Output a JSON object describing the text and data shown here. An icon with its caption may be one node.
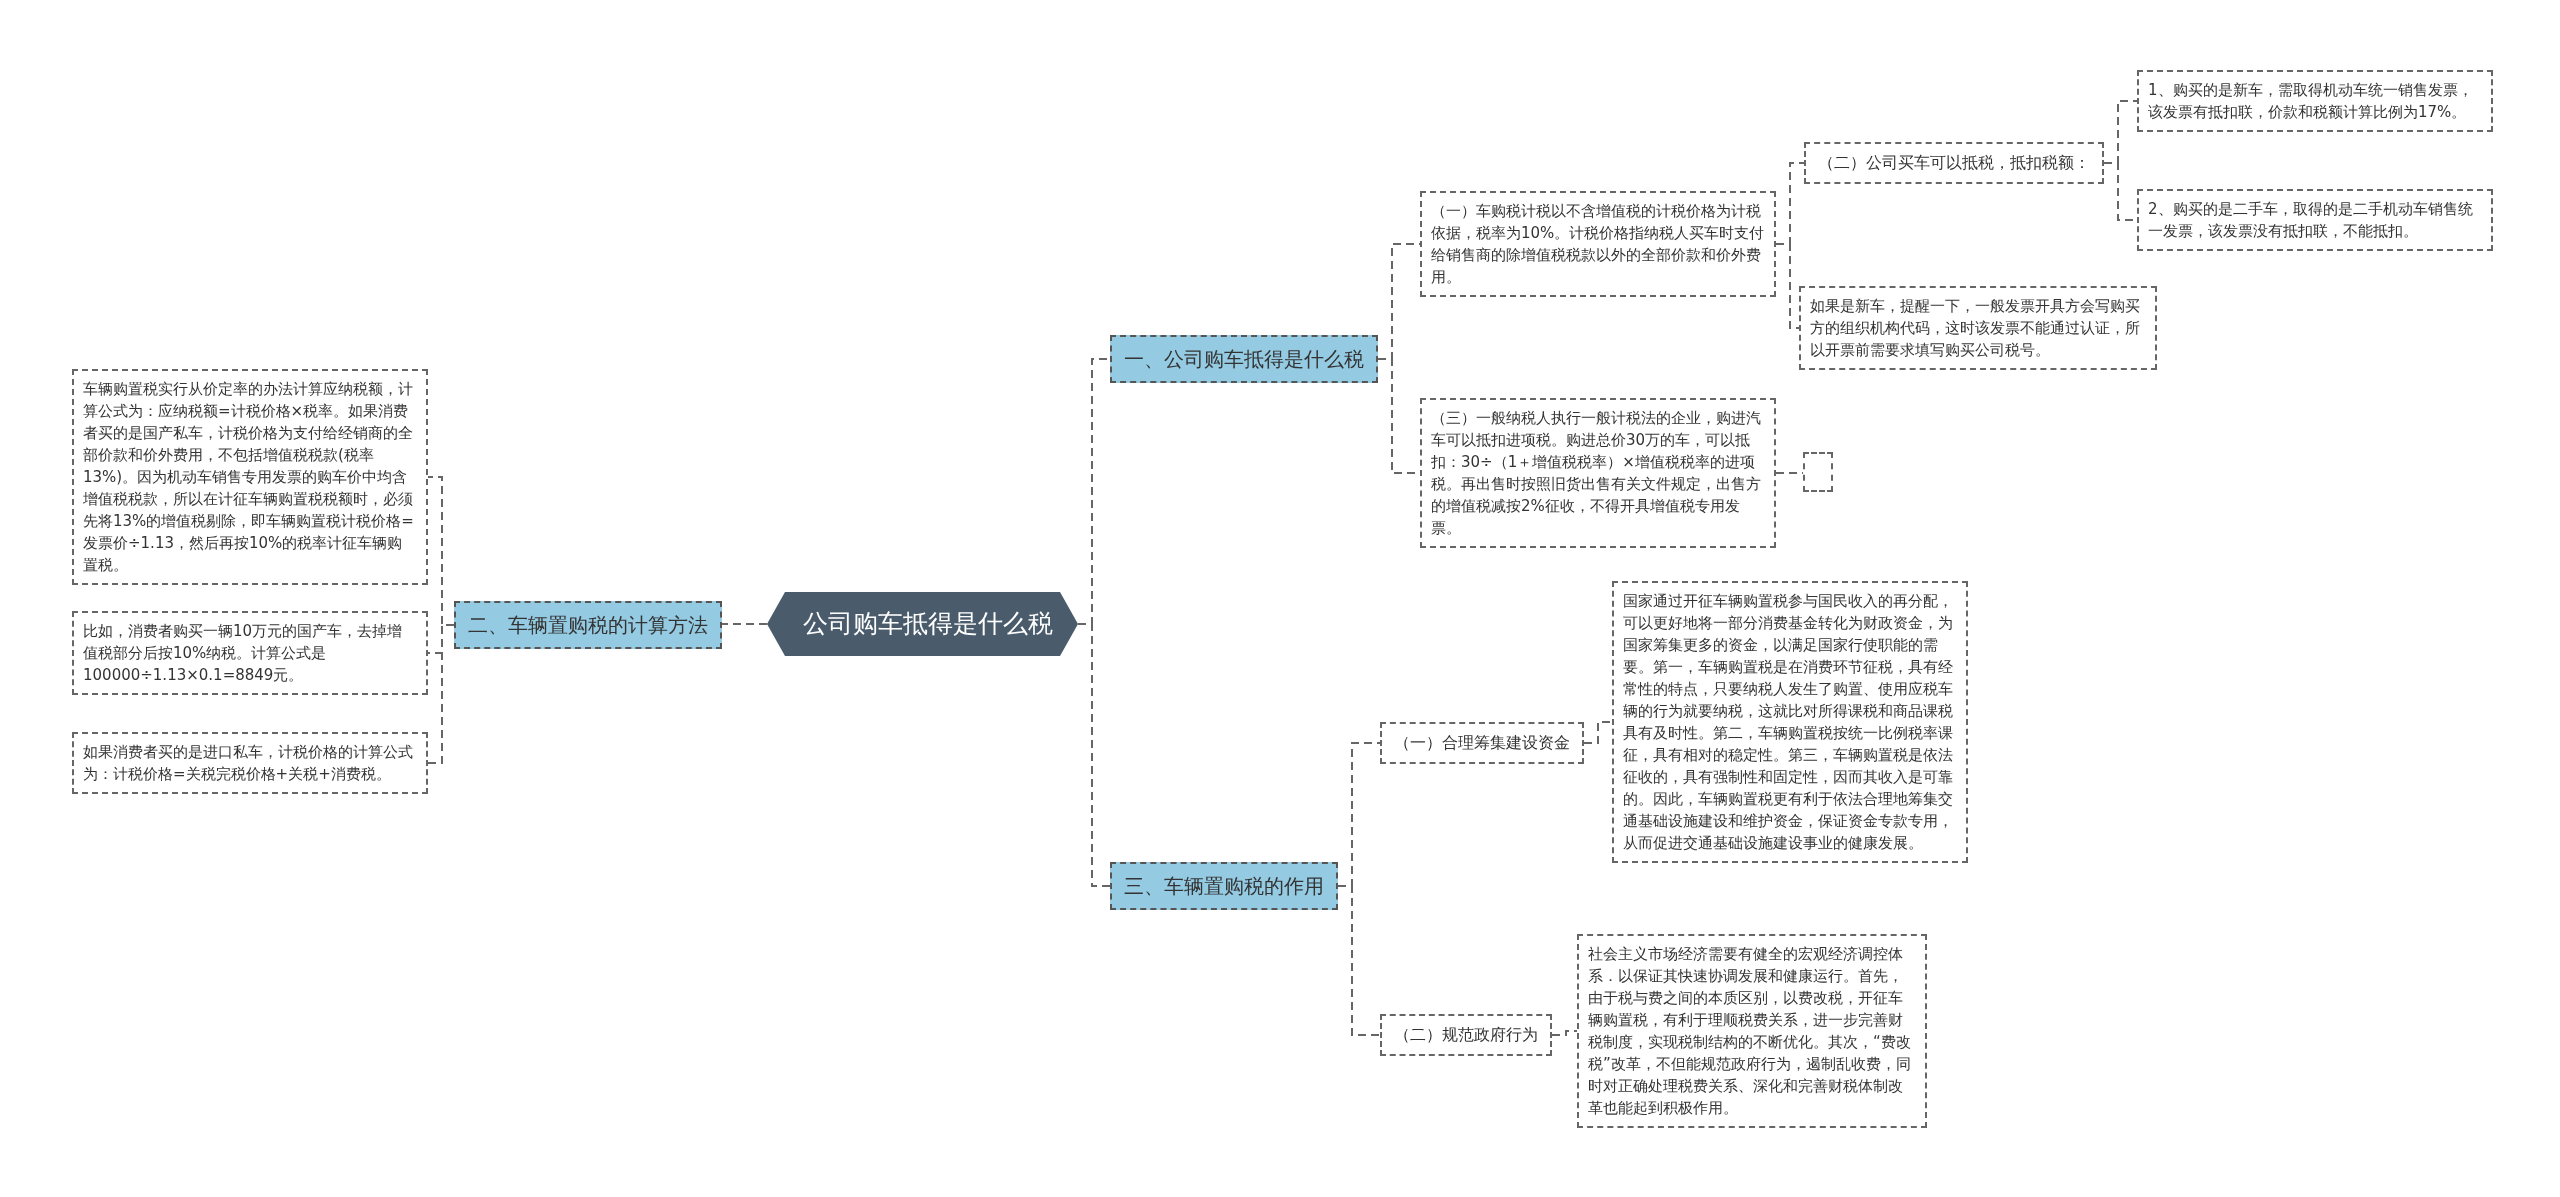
{
  "diagram": {
    "nodes": [
      {
        "text": [
          "公司购车抵得是什么税"
        ]
      },
      {
        "text": [
          "一、公司购车抵得是什么税"
        ]
      },
      {
        "text": [
          "（一）车购税计税以不含增值税的计税价格为计税依据，税率为10%。计税价格指纳税人买车时支付给销售商的除增值税税款以外的全部价款和价外费用。"
        ]
      },
      {
        "text": [
          "（二）公司买车可以抵税，抵扣税额："
        ]
      },
      {
        "text": [
          "1、购买的是新车，需取得机动车统一销售发票，该发票有抵扣联，价款和税额计算比例为17%。"
        ]
      },
      {
        "text": [
          "2、购买的是二手车，取得的是二手机动车销售统一发票，该发票没有抵扣联，不能抵扣。"
        ]
      },
      {
        "text": [
          "如果是新车，提醒一下，一般发票开具方会写购买方的组织机构代码，这时该发票不能通过认证，所以开票前需要求填写购买公司税号。"
        ]
      },
      {
        "text": [
          "（三）一般纳税人执行一般计税法的企业，购进汽车可以抵扣进项税。购进总价30万的车，可以抵扣：30÷（1＋增值税税率）×增值税税率的进项税。再出售时按照旧货出售有关文件规定，出售方的增值税减按2%征收，不得开具增值税专用发票。"
        ]
      },
      {
        "text": [],
        "shape": "box"
      },
      {
        "text": [
          "二、车辆置购税的计算方法"
        ]
      },
      {
        "text": [
          "车辆购置税实行从价定率的办法计算应纳税额，计算公式为：应纳税额=计税价格×税率。如果消费者买的是国产私车，计税价格为支付给经销商的全部价款和价外费用，不包括增值税税款(税率13%)。因为机动车销售专用发票的购车价中均含增值税税款，所以在计征车辆购置税税额时，必须先将13%的增值税剔除，即车辆购置税计税价格=发票价÷1.13，然后再按10%的税率计征车辆购置税。"
        ]
      },
      {
        "text": [
          "比如，消费者购买一辆10万元的国产车，去掉增值税部分后按10%纳税。计算公式是100000÷1.13×0.1=8849元。"
        ]
      },
      {
        "text": [
          "如果消费者买的是进口私车，计税价格的计算公式为：计税价格=关税完税价格+关税+消费税。"
        ]
      },
      {
        "text": [
          "三、车辆置购税的作用"
        ]
      },
      {
        "text": [
          "（一）合理筹集建设资金"
        ]
      },
      {
        "text": [
          "国家通过开征车辆购置税参与国民收入的再分配，可以更好地将一部分消费基金转化为财政资金，为国家筹集更多的资金，以满足国家行使职能的需要。第一，车辆购置税是在消费环节征税，具有经常性的特点，只要纳税人发生了购置、使用应税车辆的行为就要纳税，这就比对所得课税和商品课税具有及时性。第二，车辆购置税按统一比例税率课征，具有相对的稳定性。第三，车辆购置税是依法征收的，具有强制性和固定性，因而其收入是可靠的。因此，车辆购置税更有利于依法合理地筹集交通基础设施建设和维护资金，保证资金专款专用，从而促进交通基础设施建设事业的健康发展。"
        ]
      },
      {
        "text": [
          "（二）规范政府行为"
        ]
      },
      {
        "text": [
          "社会主义市场经济需要有健全的宏观经济调控体系．以保证其快速协调发展和健康运行。首先，由于税与费之间的本质区别，以费改税，开征车辆购置税，有利于理顺税费关系，进一步完善财税制度，实现税制结构的不断优化。其次，“费改税”改革，不但能规范政府行为，遏制乱收费，同时对正确处理税费关系、深化和完善财税体制改革也能起到积极作用。"
        ]
      }
    ],
    "edges": [
      {
        "from": 0,
        "to": 1,
        "arrow": "none"
      },
      {
        "from": 1,
        "to": 2,
        "arrow": "none"
      },
      {
        "from": 2,
        "to": 3,
        "arrow": "none"
      },
      {
        "from": 3,
        "to": 4,
        "arrow": "none"
      },
      {
        "from": 3,
        "to": 5,
        "arrow": "none"
      },
      {
        "from": 2,
        "to": 6,
        "arrow": "none"
      },
      {
        "from": 1,
        "to": 7,
        "arrow": "none"
      },
      {
        "from": 7,
        "to": 8,
        "arrow": "none"
      },
      {
        "from": 0,
        "to": 9,
        "arrow": "none"
      },
      {
        "from": 9,
        "to": 10,
        "arrow": "none"
      },
      {
        "from": 9,
        "to": 11,
        "arrow": "none"
      },
      {
        "from": 9,
        "to": 12,
        "arrow": "none"
      },
      {
        "from": 0,
        "to": 13,
        "arrow": "none"
      },
      {
        "from": 13,
        "to": 14,
        "arrow": "none"
      },
      {
        "from": 14,
        "to": 15,
        "arrow": "none"
      },
      {
        "from": 13,
        "to": 16,
        "arrow": "none"
      },
      {
        "from": 16,
        "to": 17,
        "arrow": "none"
      }
    ]
  }
}
